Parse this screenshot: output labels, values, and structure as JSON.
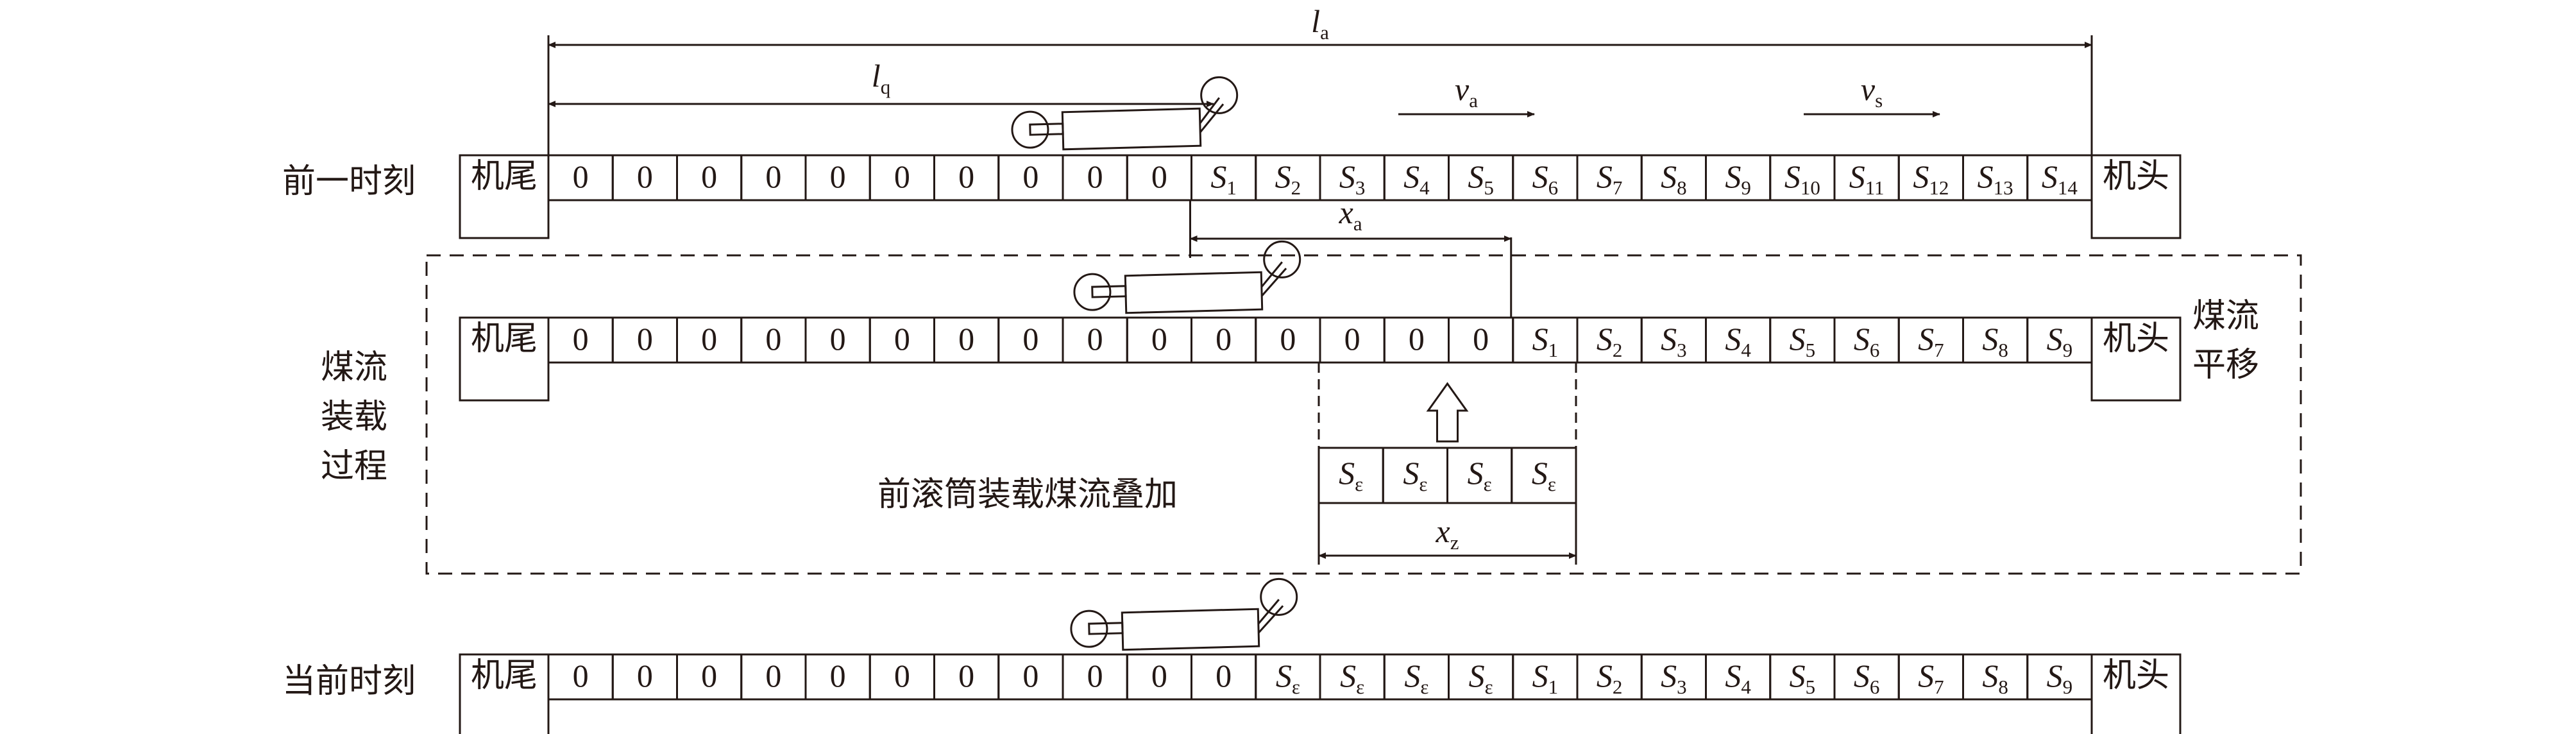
{
  "rows": {
    "previous": {
      "label": "前一时刻",
      "tail": "机尾",
      "head": "机头",
      "cells": [
        {
          "t": "0"
        },
        {
          "t": "0"
        },
        {
          "t": "0"
        },
        {
          "t": "0"
        },
        {
          "t": "0"
        },
        {
          "t": "0"
        },
        {
          "t": "0"
        },
        {
          "t": "0"
        },
        {
          "t": "0"
        },
        {
          "t": "0"
        },
        {
          "t": "S",
          "sub": "1"
        },
        {
          "t": "S",
          "sub": "2"
        },
        {
          "t": "S",
          "sub": "3"
        },
        {
          "t": "S",
          "sub": "4"
        },
        {
          "t": "S",
          "sub": "5"
        },
        {
          "t": "S",
          "sub": "6"
        },
        {
          "t": "S",
          "sub": "7"
        },
        {
          "t": "S",
          "sub": "8"
        },
        {
          "t": "S",
          "sub": "9"
        },
        {
          "t": "S",
          "sub": "10"
        },
        {
          "t": "S",
          "sub": "11"
        },
        {
          "t": "S",
          "sub": "12"
        },
        {
          "t": "S",
          "sub": "13"
        },
        {
          "t": "S",
          "sub": "14"
        }
      ]
    },
    "loading": {
      "label_lines": [
        "煤流",
        "装载",
        "过程"
      ],
      "tail": "机尾",
      "head": "机头",
      "cells": [
        {
          "t": "0"
        },
        {
          "t": "0"
        },
        {
          "t": "0"
        },
        {
          "t": "0"
        },
        {
          "t": "0"
        },
        {
          "t": "0"
        },
        {
          "t": "0"
        },
        {
          "t": "0"
        },
        {
          "t": "0"
        },
        {
          "t": "0"
        },
        {
          "t": "0"
        },
        {
          "t": "0"
        },
        {
          "t": "0"
        },
        {
          "t": "0"
        },
        {
          "t": "0"
        },
        {
          "t": "S",
          "sub": "1"
        },
        {
          "t": "S",
          "sub": "2"
        },
        {
          "t": "S",
          "sub": "3"
        },
        {
          "t": "S",
          "sub": "4"
        },
        {
          "t": "S",
          "sub": "5"
        },
        {
          "t": "S",
          "sub": "6"
        },
        {
          "t": "S",
          "sub": "7"
        },
        {
          "t": "S",
          "sub": "8"
        },
        {
          "t": "S",
          "sub": "9"
        }
      ],
      "shift_label_lines": [
        "煤流",
        "平移"
      ]
    },
    "superposition": {
      "caption": "前滚筒装载煤流叠加",
      "cells": [
        {
          "t": "S",
          "sub": "ε"
        },
        {
          "t": "S",
          "sub": "ε"
        },
        {
          "t": "S",
          "sub": "ε"
        },
        {
          "t": "S",
          "sub": "ε"
        }
      ]
    },
    "current": {
      "label": "当前时刻",
      "tail": "机尾",
      "head": "机头",
      "cells": [
        {
          "t": "0"
        },
        {
          "t": "0"
        },
        {
          "t": "0"
        },
        {
          "t": "0"
        },
        {
          "t": "0"
        },
        {
          "t": "0"
        },
        {
          "t": "0"
        },
        {
          "t": "0"
        },
        {
          "t": "0"
        },
        {
          "t": "0"
        },
        {
          "t": "0"
        },
        {
          "t": "S",
          "sub": "ε"
        },
        {
          "t": "S",
          "sub": "ε"
        },
        {
          "t": "S",
          "sub": "ε"
        },
        {
          "t": "S",
          "sub": "ε"
        },
        {
          "t": "S",
          "sub": "1"
        },
        {
          "t": "S",
          "sub": "2"
        },
        {
          "t": "S",
          "sub": "3"
        },
        {
          "t": "S",
          "sub": "4"
        },
        {
          "t": "S",
          "sub": "5"
        },
        {
          "t": "S",
          "sub": "6"
        },
        {
          "t": "S",
          "sub": "7"
        },
        {
          "t": "S",
          "sub": "8"
        },
        {
          "t": "S",
          "sub": "9"
        }
      ]
    }
  },
  "dimensions": {
    "la": {
      "t": "l",
      "sub": "a"
    },
    "lq": {
      "t": "l",
      "sub": "q"
    },
    "xa": {
      "t": "x",
      "sub": "a"
    },
    "xz": {
      "t": "x",
      "sub": "z"
    }
  },
  "velocities": {
    "va": {
      "t": "v",
      "sub": "a"
    },
    "vs": {
      "t": "v",
      "sub": "s"
    }
  }
}
